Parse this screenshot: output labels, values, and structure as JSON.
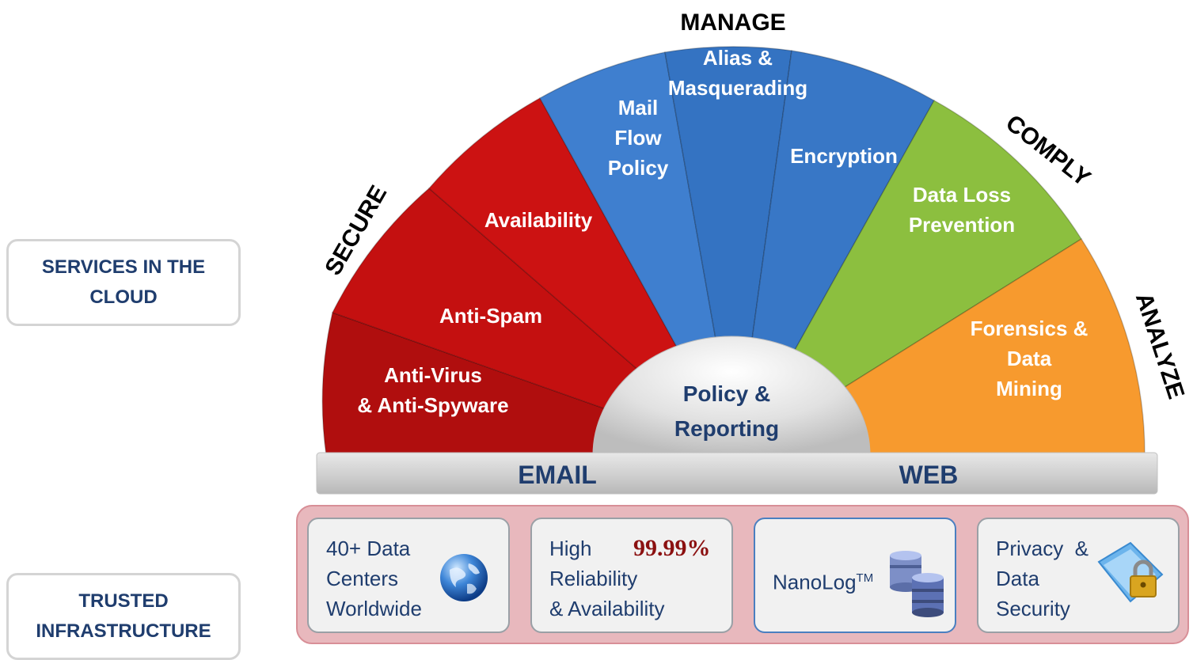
{
  "side_labels": {
    "services": [
      "SERVICES IN THE",
      "CLOUD"
    ],
    "trusted": [
      "TRUSTED",
      "INFRASTRUCTURE"
    ]
  },
  "categories": {
    "secure": "SECURE",
    "manage": "MANAGE",
    "comply": "COMPLY",
    "analyze": "ANALYZE"
  },
  "segments": [
    {
      "lines": [
        "Anti-Virus",
        "& Anti-Spyware"
      ],
      "color": "#b00e0e"
    },
    {
      "lines": [
        "Anti-Spam"
      ],
      "color": "#c41010"
    },
    {
      "lines": [
        "Availability"
      ],
      "color": "#cc1212"
    },
    {
      "lines": [
        "Mail",
        "Flow",
        "Policy"
      ],
      "color": "#3f7fcf"
    },
    {
      "lines": [
        "Alias &",
        "Masquerading"
      ],
      "color": "#3473c2"
    },
    {
      "lines": [
        "Encryption"
      ],
      "color": "#3877c6"
    },
    {
      "lines": [
        "Data Loss",
        "Prevention"
      ],
      "color": "#8cbf3f"
    },
    {
      "lines": [
        "Forensics &",
        "Data",
        "Mining"
      ],
      "color": "#f79a2e"
    }
  ],
  "center": {
    "lines": [
      "Policy &",
      "Reporting"
    ]
  },
  "bar": {
    "email": "EMAIL",
    "web": "WEB"
  },
  "infra": [
    {
      "lines": [
        "40+ Data",
        "Centers",
        "Worldwide"
      ],
      "icon": "globe-icon"
    },
    {
      "lines": [
        "High",
        "Reliability",
        "& Availability"
      ],
      "badge": "99.99%",
      "icon": "percent-badge"
    },
    {
      "lines": [
        "NanoLog"
      ],
      "superscript": "TM",
      "icon": "database-icon"
    },
    {
      "lines": [
        "Privacy  &",
        "Data",
        "Security"
      ],
      "icon": "lock-folder-icon"
    }
  ]
}
